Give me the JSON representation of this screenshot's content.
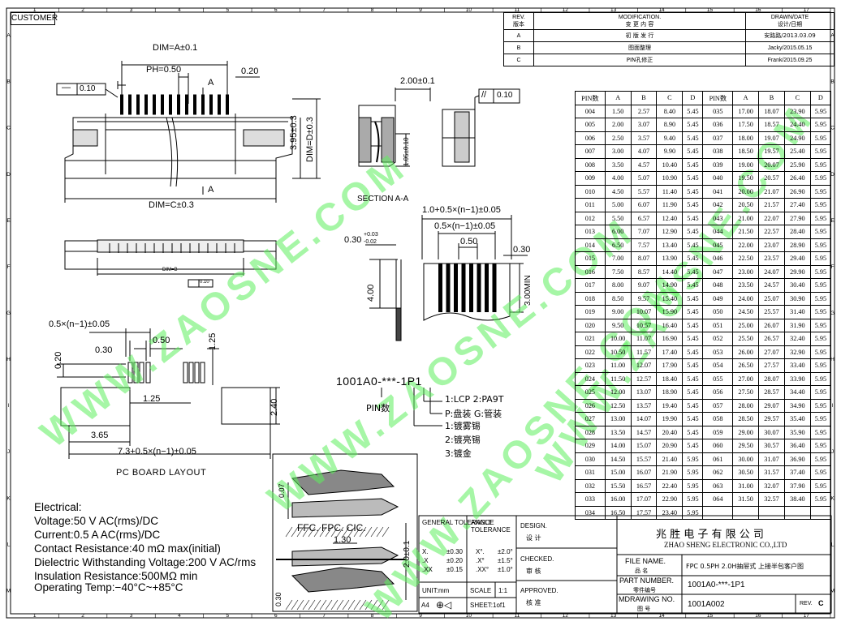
{
  "customer_label": "CUSTOMER",
  "frame": {
    "columns": [
      "1",
      "2",
      "3",
      "4",
      "5",
      "6",
      "7",
      "8",
      "9",
      "10",
      "11",
      "12",
      "13",
      "14",
      "15",
      "16",
      "17"
    ],
    "rows": [
      "A",
      "B",
      "C",
      "D",
      "E",
      "F",
      "G",
      "H",
      "I",
      "J",
      "K",
      "L",
      "M"
    ]
  },
  "revision": {
    "headers": {
      "rev_en": "REV.",
      "rev_cn": "版本",
      "mod_en": "MODIFICATION.",
      "mod_cn": "变 更 内 容",
      "drawn_en": "DRAWN/DATE",
      "drawn_cn": "设计/日期"
    },
    "rows": [
      {
        "rev": "A",
        "mod": "初 版 发 行",
        "drawn": "安路路/2013.03.09"
      },
      {
        "rev": "B",
        "mod": "图面整理",
        "drawn": "Jacky/2015.05.15"
      },
      {
        "rev": "C",
        "mod": "PIN孔修正",
        "drawn": "Frank/2015.09.25"
      }
    ]
  },
  "pin_table": {
    "headers": [
      "PIN数",
      "A",
      "B",
      "C",
      "D",
      "PIN数",
      "A",
      "B",
      "C",
      "D"
    ],
    "rows": [
      [
        "004",
        "1.50",
        "2.57",
        "8.40",
        "5.45",
        "035",
        "17.00",
        "18.07",
        "23.90",
        "5.95"
      ],
      [
        "005",
        "2.00",
        "3.07",
        "8.90",
        "5.45",
        "036",
        "17.50",
        "18.57",
        "24.40",
        "5.95"
      ],
      [
        "006",
        "2.50",
        "3.57",
        "9.40",
        "5.45",
        "037",
        "18.00",
        "19.07",
        "24.90",
        "5.95"
      ],
      [
        "007",
        "3.00",
        "4.07",
        "9.90",
        "5.45",
        "038",
        "18.50",
        "19.57",
        "25.40",
        "5.95"
      ],
      [
        "008",
        "3.50",
        "4.57",
        "10.40",
        "5.45",
        "039",
        "19.00",
        "20.07",
        "25.90",
        "5.95"
      ],
      [
        "009",
        "4.00",
        "5.07",
        "10.90",
        "5.45",
        "040",
        "19.50",
        "20.57",
        "26.40",
        "5.95"
      ],
      [
        "010",
        "4.50",
        "5.57",
        "11.40",
        "5.45",
        "041",
        "20.00",
        "21.07",
        "26.90",
        "5.95"
      ],
      [
        "011",
        "5.00",
        "6.07",
        "11.90",
        "5.45",
        "042",
        "20.50",
        "21.57",
        "27.40",
        "5.95"
      ],
      [
        "012",
        "5.50",
        "6.57",
        "12.40",
        "5.45",
        "043",
        "21.00",
        "22.07",
        "27.90",
        "5.95"
      ],
      [
        "013",
        "6.00",
        "7.07",
        "12.90",
        "5.45",
        "044",
        "21.50",
        "22.57",
        "28.40",
        "5.95"
      ],
      [
        "014",
        "6.50",
        "7.57",
        "13.40",
        "5.45",
        "045",
        "22.00",
        "23.07",
        "28.90",
        "5.95"
      ],
      [
        "015",
        "7.00",
        "8.07",
        "13.90",
        "5.45",
        "046",
        "22.50",
        "23.57",
        "29.40",
        "5.95"
      ],
      [
        "016",
        "7.50",
        "8.57",
        "14.40",
        "5.45",
        "047",
        "23.00",
        "24.07",
        "29.90",
        "5.95"
      ],
      [
        "017",
        "8.00",
        "9.07",
        "14.90",
        "5.45",
        "048",
        "23.50",
        "24.57",
        "30.40",
        "5.95"
      ],
      [
        "018",
        "8.50",
        "9.57",
        "15.40",
        "5.45",
        "049",
        "24.00",
        "25.07",
        "30.90",
        "5.95"
      ],
      [
        "019",
        "9.00",
        "10.07",
        "15.90",
        "5.45",
        "050",
        "24.50",
        "25.57",
        "31.40",
        "5.95"
      ],
      [
        "020",
        "9.50",
        "10.57",
        "16.40",
        "5.45",
        "051",
        "25.00",
        "26.07",
        "31.90",
        "5.95"
      ],
      [
        "021",
        "10.00",
        "11.07",
        "16.90",
        "5.45",
        "052",
        "25.50",
        "26.57",
        "32.40",
        "5.95"
      ],
      [
        "022",
        "10.50",
        "11.57",
        "17.40",
        "5.45",
        "053",
        "26.00",
        "27.07",
        "32.90",
        "5.95"
      ],
      [
        "023",
        "11.00",
        "12.07",
        "17.90",
        "5.45",
        "054",
        "26.50",
        "27.57",
        "33.40",
        "5.95"
      ],
      [
        "024",
        "11.50",
        "12.57",
        "18.40",
        "5.45",
        "055",
        "27.00",
        "28.07",
        "33.90",
        "5.95"
      ],
      [
        "025",
        "12.00",
        "13.07",
        "18.90",
        "5.45",
        "056",
        "27.50",
        "28.57",
        "34.40",
        "5.95"
      ],
      [
        "026",
        "12.50",
        "13.57",
        "19.40",
        "5.45",
        "057",
        "28.00",
        "29.07",
        "34.90",
        "5.95"
      ],
      [
        "027",
        "13.00",
        "14.07",
        "19.90",
        "5.45",
        "058",
        "28.50",
        "29.57",
        "35.40",
        "5.95"
      ],
      [
        "028",
        "13.50",
        "14.57",
        "20.40",
        "5.45",
        "059",
        "29.00",
        "30.07",
        "35.90",
        "5.95"
      ],
      [
        "029",
        "14.00",
        "15.07",
        "20.90",
        "5.45",
        "060",
        "29.50",
        "30.57",
        "36.40",
        "5.95"
      ],
      [
        "030",
        "14.50",
        "15.57",
        "21.40",
        "5.95",
        "061",
        "30.00",
        "31.07",
        "36.90",
        "5.95"
      ],
      [
        "031",
        "15.00",
        "16.07",
        "21.90",
        "5.95",
        "062",
        "30.50",
        "31.57",
        "37.40",
        "5.95"
      ],
      [
        "032",
        "15.50",
        "16.57",
        "22.40",
        "5.95",
        "063",
        "31.00",
        "32.07",
        "37.90",
        "5.95"
      ],
      [
        "033",
        "16.00",
        "17.07",
        "22.90",
        "5.95",
        "064",
        "31.50",
        "32.57",
        "38.40",
        "5.95"
      ],
      [
        "034",
        "16.50",
        "17.57",
        "23.40",
        "5.95",
        "",
        "",
        "",
        "",
        ""
      ]
    ]
  },
  "top_view": {
    "dim_a": "DIM=A±0.1",
    "pitch": "PH=0.50",
    "gap": "0.20",
    "section": "A",
    "flatness": "0.10",
    "height": "3.95±0.3",
    "dim_d": "DIM=D±0.3",
    "dim_c": "DIM=C±0.3"
  },
  "bottom_view": {
    "dim_b": "DIM=B",
    "flatness": "0.10"
  },
  "section_view": {
    "width": "2.00±0.1",
    "height": "1.05±0.10",
    "title": "SECTION A-A"
  },
  "side_view": {
    "parallel": "0.10"
  },
  "fpc": {
    "total": "1.0+0.5×(n−1)±0.05",
    "span": "0.5×(n−1)±0.05",
    "pitch": "0.50",
    "lead_w": "0.30",
    "thick": "0.30",
    "tol_plus": "+0.03",
    "tol_minus": "-0.02",
    "length": "4.00",
    "min_len": "3.00MIN"
  },
  "pcb": {
    "span": "0.5×(n−1)±0.05",
    "pad_w": "0.30",
    "pitch": "0.50",
    "pad_h": "1.25",
    "gap": "0.20",
    "offset": "1.25",
    "mount_h": "2.40",
    "mount_w": "3.65",
    "total": "7.3+0.5×(n−1)±0.05",
    "title": "PC BOARD LAYOUT"
  },
  "part_code": {
    "code": "1001A0-***-1P1",
    "pin_label": "PIN数",
    "opt1": "1:LCP  2:PA9T",
    "opt2": "P:盘装 G:管装",
    "plating1": "1:镀雾锡",
    "plating2": "2:镀亮锡",
    "plating3": "3:镀金"
  },
  "electrical": {
    "title": "Electrical:",
    "lines": [
      "Voltage:50 V AC(rms)/DC",
      "Current:0.5 A AC(rms)/DC",
      "Contact Resistance:40 mΩ max(initial)",
      "Dielectric Withstanding Voltage:200 V AC/rms",
      "Insulation Resistance:500MΩ min",
      "Operating Temp:−40°C~+85°C"
    ]
  },
  "mating": {
    "label": "FFC. FPC. CIC.",
    "width": "1.30",
    "height": "2.0±0.1",
    "dim1": "0.07",
    "dim2": "0.30"
  },
  "title_block": {
    "general_tol": "GENERAL TOLERANCE",
    "angle_tol": "ANGLE TOLERANCE",
    "tol_rows": [
      [
        "X.",
        "±0.30",
        "X°.",
        "±2.0°"
      ],
      [
        ".X",
        "±0.20",
        ".X°",
        "±1.5°"
      ],
      [
        ".XX",
        "±0.15",
        ".XX°",
        "±1.0°"
      ]
    ],
    "unit": "UNIT:mm",
    "scale_label": "SCALE",
    "scale": "1:1",
    "sheet_size": "A4",
    "sheet": "SHEET:1of1",
    "design_en": "DESIGN.",
    "design_cn": "设 计",
    "checked_en": "CHECKED.",
    "checked_cn": "审 核",
    "approved_en": "APPROVED.",
    "approved_cn": "核 准",
    "company_cn": "兆 胜 电 子 有 限 公 司",
    "company_en": "ZHAO SHENG ELECTRONIC CO.,LTD",
    "file_en": "FILE NAME.",
    "file_cn": "品 名",
    "file_value": "FPC 0.5PH 2.0H抽屉式 上接半包客户图",
    "part_en": "PART NUMBER.",
    "part_cn": "零件编号",
    "part_value": "1001A0-***-1P1",
    "drawing_en": "MDRAWING NO.",
    "drawing_cn": "图 号",
    "drawing_value": "1001A002",
    "rev_label": "REV.",
    "rev_value": "C"
  },
  "watermark": "WWW.ZAOSNE.COM",
  "colors": {
    "line": "#000000",
    "watermark": "#5ef05e"
  }
}
